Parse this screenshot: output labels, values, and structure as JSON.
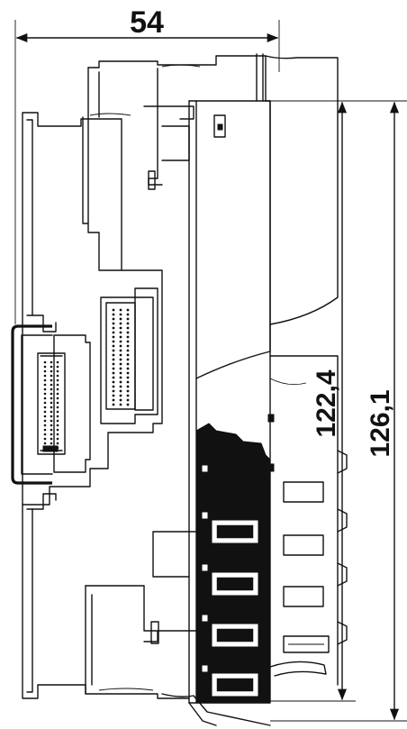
{
  "dimensions": {
    "width": "54",
    "height_inner": "122,4",
    "height_outer": "126,1"
  },
  "colors": {
    "line": "#111111",
    "background": "#ffffff",
    "fill_dark": "#111111"
  }
}
